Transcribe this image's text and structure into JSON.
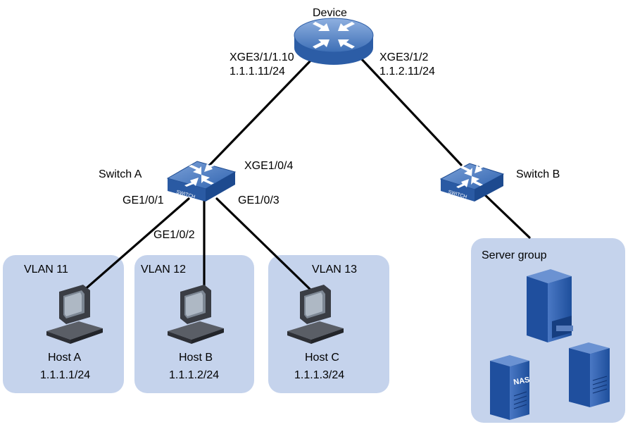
{
  "device": {
    "name": "Device"
  },
  "links": {
    "left_port": "XGE3/1/1.10",
    "left_ip": "1.1.1.11/24",
    "right_port": "XGE3/1/2",
    "right_ip": "1.1.2.11/24"
  },
  "switch_a": {
    "name": "Switch A",
    "uplink": "XGE1/0/4",
    "port1": "GE1/0/1",
    "port2": "GE1/0/2",
    "port3": "GE1/0/3",
    "icon_text": "SWITCH"
  },
  "switch_b": {
    "name": "Switch B",
    "icon_text": "SWITCH"
  },
  "vlans": [
    {
      "name": "VLAN 11",
      "host": "Host A",
      "ip": "1.1.1.1/24"
    },
    {
      "name": "VLAN 12",
      "host": "Host B",
      "ip": "1.1.1.2/24"
    },
    {
      "name": "VLAN 13",
      "host": "Host C",
      "ip": "1.1.1.3/24"
    }
  ],
  "server_group": {
    "name": "Server group",
    "nas_label": "NAS"
  },
  "colors": {
    "zone": "#c5d3ec",
    "router": "#3d6fb6",
    "switch": "#2f63b0",
    "server": "#2b5ba8",
    "host": "#3a3d44"
  }
}
